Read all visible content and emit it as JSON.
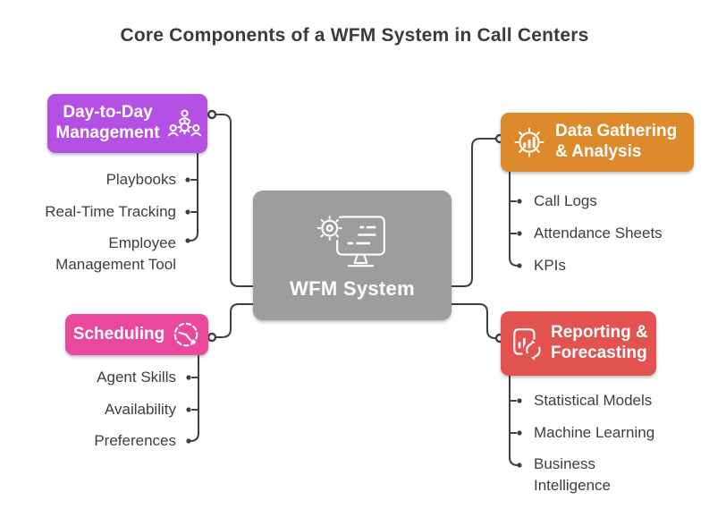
{
  "title": "Core Components of a WFM System in Call Centers",
  "center": {
    "label": "WFM System",
    "icon": "monitor-gear-icon"
  },
  "branches": [
    {
      "id": "day-to-day-management",
      "label": "Day-to-Day Management",
      "icon": "team-gear-icon",
      "side": "left",
      "items": [
        "Playbooks",
        "Real-Time Tracking",
        "Employee Management Tool"
      ]
    },
    {
      "id": "data-gathering-analysis",
      "label": "Data Gathering & Analysis",
      "icon": "gear-chart-icon",
      "side": "right",
      "items": [
        "Call Logs",
        "Attendance Sheets",
        "KPIs"
      ]
    },
    {
      "id": "scheduling",
      "label": "Scheduling",
      "icon": "clock-icon",
      "side": "left",
      "items": [
        "Agent Skills",
        "Availability",
        "Preferences"
      ]
    },
    {
      "id": "reporting-forecasting",
      "label": "Reporting & Forecasting",
      "icon": "report-refresh-icon",
      "side": "right",
      "items": [
        "Statistical Models",
        "Machine Learning",
        "Business Intelligence"
      ]
    }
  ],
  "colors": {
    "purple": "#b450e3",
    "orange": "#dd8a2d",
    "pink": "#e9489c",
    "red": "#e25350",
    "gray": "#9d9d9d",
    "line": "#3f3f3f",
    "text": "#3e3e3e",
    "title": "#3b3b3b"
  }
}
